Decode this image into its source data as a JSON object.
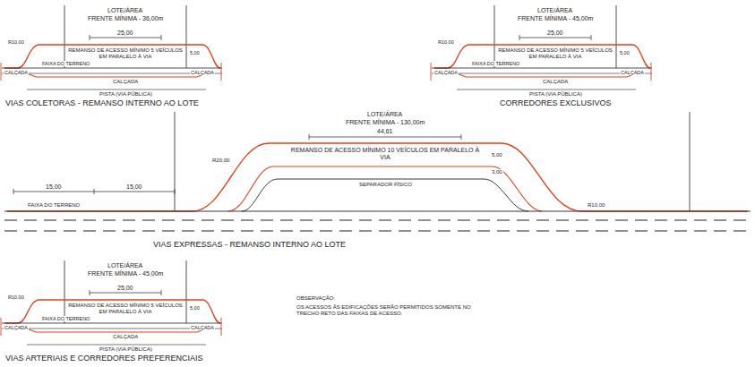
{
  "diagram": {
    "labels": [
      "LOTE/ÁREA",
      "FRENTE MÍNIMA - 36,00m",
      "25,00",
      "REMANSO DE ACESSO MÍNIMO 5 VEÍCULOS EM PARALELO À VIA",
      "FAIXA DO TERRENO",
      "CALÇADA",
      "CALÇADA",
      "CALÇADA",
      "PISTA (VIA PÚBLICA)",
      "R10,00",
      "5,00",
      "VIAS COLETORAS - REMANSO INTERNO AO LOTE",
      "LOTE/ÁREA",
      "FRENTE MÍNIMA - 45,00m",
      "25,00",
      "REMANSO DE ACESSO MÍNIMO 5 VEÍCULOS EM PARALELO À VIA",
      "FAIXA DO TERRENO",
      "CALÇADA",
      "CALÇADA",
      "CALÇADA",
      "PISTA (VIA PÚBLICA)",
      "R10,00",
      "5,00",
      "CORREDORES EXCLUSIVOS",
      "LOTE/ÁREA",
      "FRENTE MÍNIMA - 130,00m",
      "44,61",
      "REMANSO DE ACESSO MÍNIMO 10 VEÍCULOS EM PARALELO À VIA",
      "SEPARADOR FÍSICO",
      "15,00",
      "15,00",
      "FAIXA DO TERRENO",
      "R20,00",
      "5,00",
      "3,00",
      "R10,00",
      "VIAS EXPRESSAS - REMANSO INTERNO AO LOTE",
      "LOTE/ÁREA",
      "FRENTE MÍNIMA - 45,00m",
      "25,00",
      "REMANSO DE ACESSO MÍNIMO 5 VEÍCULOS EM PARALELO À VIA",
      "FAIXA DO TERRENO",
      "CALÇADA",
      "CALÇADA",
      "CALÇADA",
      "PISTA (VIA PÚBLICA)",
      "R10,00",
      "5,00",
      "VIAS ARTERIAIS E CORREDORES PREFERENCIAIS",
      "OBSERVAÇÃO:",
      "OS ACESSOS ÀS EDIFICAÇÕES SERÃO PERMITIDOS SOMENTE NO TRECHO RETO DAS FAIXAS DE ACESSO."
    ]
  }
}
